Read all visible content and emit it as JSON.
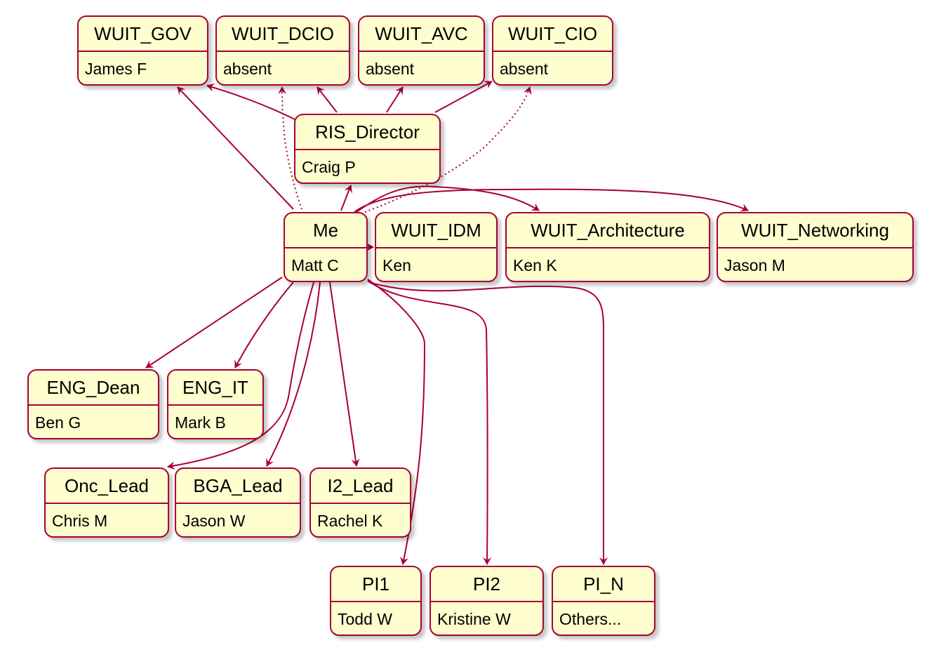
{
  "diagram": {
    "colors": {
      "border": "#a80036",
      "fill": "#fefece",
      "edge": "#a80036",
      "text": "#000000"
    },
    "nodes": [
      {
        "id": "gov",
        "name": "WUIT_GOV",
        "desc": "James F"
      },
      {
        "id": "dcio",
        "name": "WUIT_DCIO",
        "desc": "absent"
      },
      {
        "id": "avc",
        "name": "WUIT_AVC",
        "desc": "absent"
      },
      {
        "id": "cio",
        "name": "WUIT_CIO",
        "desc": "absent"
      },
      {
        "id": "ris",
        "name": "RIS_Director",
        "desc": "Craig P"
      },
      {
        "id": "me",
        "name": "Me",
        "desc": "Matt C"
      },
      {
        "id": "idm",
        "name": "WUIT_IDM",
        "desc": "Ken"
      },
      {
        "id": "arch",
        "name": "WUIT_Architecture",
        "desc": "Ken K"
      },
      {
        "id": "net",
        "name": "WUIT_Networking",
        "desc": "Jason M"
      },
      {
        "id": "engd",
        "name": "ENG_Dean",
        "desc": "Ben G"
      },
      {
        "id": "engit",
        "name": "ENG_IT",
        "desc": "Mark B"
      },
      {
        "id": "onc",
        "name": "Onc_Lead",
        "desc": "Chris M"
      },
      {
        "id": "bga",
        "name": "BGA_Lead",
        "desc": "Jason W"
      },
      {
        "id": "i2",
        "name": "I2_Lead",
        "desc": "Rachel K"
      },
      {
        "id": "pi1",
        "name": "PI1",
        "desc": "Todd W"
      },
      {
        "id": "pi2",
        "name": "PI2",
        "desc": "Kristine W"
      },
      {
        "id": "pin",
        "name": "PI_N",
        "desc": "Others..."
      }
    ],
    "edges": [
      {
        "from": "me",
        "to": "gov",
        "style": "solid"
      },
      {
        "from": "ris",
        "to": "gov",
        "style": "solid"
      },
      {
        "from": "ris",
        "to": "dcio",
        "style": "solid"
      },
      {
        "from": "ris",
        "to": "avc",
        "style": "solid"
      },
      {
        "from": "ris",
        "to": "cio",
        "style": "solid"
      },
      {
        "from": "me",
        "to": "dcio",
        "style": "dotted"
      },
      {
        "from": "me",
        "to": "cio",
        "style": "dotted"
      },
      {
        "from": "me",
        "to": "ris",
        "style": "solid"
      },
      {
        "from": "me",
        "to": "idm",
        "style": "solid"
      },
      {
        "from": "me",
        "to": "arch",
        "style": "solid"
      },
      {
        "from": "me",
        "to": "net",
        "style": "solid"
      },
      {
        "from": "me",
        "to": "engd",
        "style": "solid"
      },
      {
        "from": "me",
        "to": "engit",
        "style": "solid"
      },
      {
        "from": "me",
        "to": "onc",
        "style": "solid"
      },
      {
        "from": "me",
        "to": "bga",
        "style": "solid"
      },
      {
        "from": "me",
        "to": "i2",
        "style": "solid"
      },
      {
        "from": "me",
        "to": "pi1",
        "style": "solid"
      },
      {
        "from": "me",
        "to": "pi2",
        "style": "solid"
      },
      {
        "from": "me",
        "to": "pin",
        "style": "solid"
      }
    ]
  }
}
